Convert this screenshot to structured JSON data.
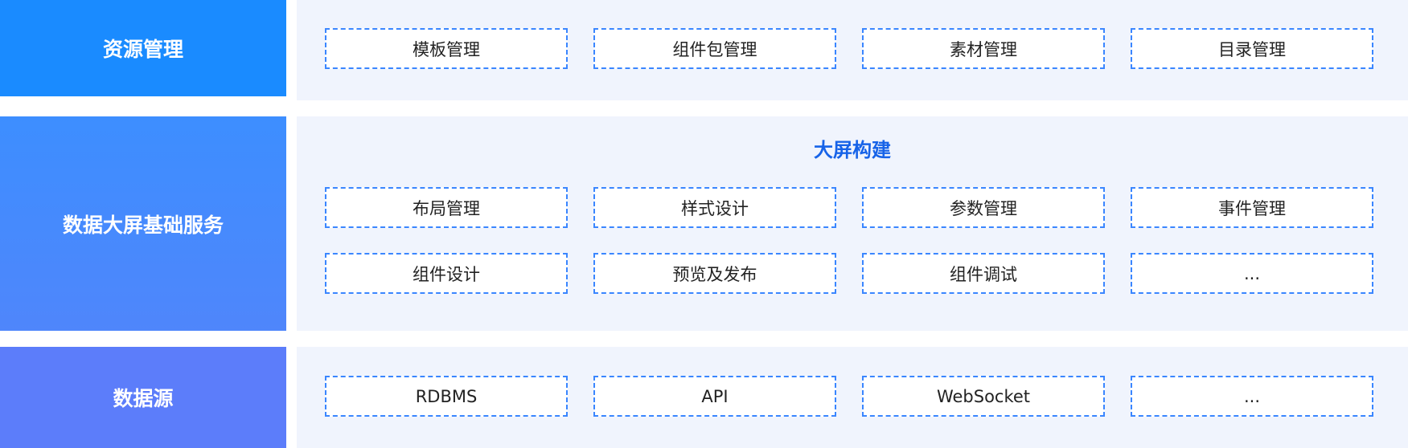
{
  "layers": [
    {
      "label": "资源管理",
      "items": [
        "模板管理",
        "组件包管理",
        "素材管理",
        "目录管理"
      ]
    },
    {
      "label": "数据大屏基础服务",
      "section_title": "大屏构建",
      "rows": [
        [
          "布局管理",
          "样式设计",
          "参数管理",
          "事件管理"
        ],
        [
          "组件设计",
          "预览及发布",
          "组件调试",
          "..."
        ]
      ]
    },
    {
      "label": "数据源",
      "items": [
        "RDBMS",
        "API",
        "WebSocket",
        "..."
      ]
    }
  ],
  "colors": {
    "resource_label_bg": "#1a8bff",
    "service_label_bg": "#4a89fd",
    "source_label_bg": "#5c7dfa",
    "panel_bg": "#f0f4fd",
    "dashed_border": "#3a86ff",
    "section_title": "#1763e8"
  }
}
